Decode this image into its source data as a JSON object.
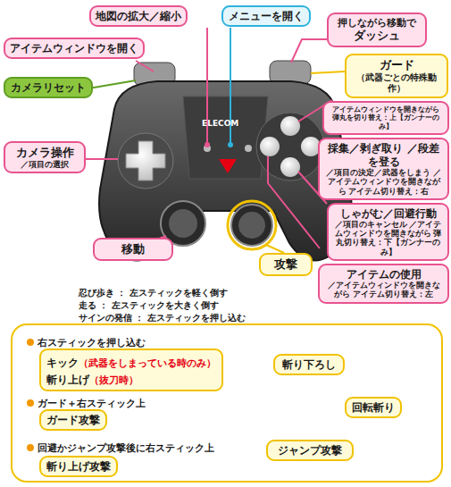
{
  "diagram": {
    "nodes": [
      {
        "text": [
          "地図の拡大／縮小"
        ]
      },
      {
        "text": [
          "メニューを開く"
        ]
      },
      {
        "text": [
          "押しながら移動で",
          "ダッシュ"
        ]
      },
      {
        "text": [
          "アイテムウィンドウを開く"
        ]
      },
      {
        "text": [
          "カメラリセット"
        ]
      },
      {
        "text": [
          "ガード",
          "（武器ごとの特殊動作）"
        ]
      },
      {
        "text": [
          "アイテムウィンドウを開きながら 弾丸を切り替え：上【ガンナーのみ】"
        ]
      },
      {
        "text": [
          "採集／剥ぎ取り ／段差を登る",
          "／項目の決定／武器をしまう ／アイテムウィンドウを開きながら アイテム切り替え：右"
        ]
      },
      {
        "text": [
          "カメラ操作",
          "／項目の選択"
        ]
      },
      {
        "text": [
          "しゃがむ／回避行動",
          "／項目のキャンセル ／アイテムウィンドウを開きながら 弾丸切り替え：下【ガンナーのみ】"
        ]
      },
      {
        "text": [
          "アイテムの使用",
          "／アイテムウィンドウを開きながら アイテム切り替え：左"
        ]
      },
      {
        "text": [
          "移動"
        ]
      },
      {
        "text": [
          "攻撃"
        ]
      },
      {
        "text": []
      },
      {
        "text": [
          "キック",
          "（武器をしまっている時のみ）",
          "斬り上げ",
          "（抜刀時）"
        ],
        "in": 13
      },
      {
        "text": [
          "ガード攻撃"
        ],
        "in": 13
      },
      {
        "text": [
          "斬り上げ攻撃"
        ],
        "in": 13
      },
      {
        "text": [
          "斬り下ろし"
        ],
        "in": 13
      },
      {
        "text": [
          "回転斬り"
        ],
        "in": 13
      },
      {
        "text": [
          "ジャンプ攻撃"
        ],
        "in": 13
      }
    ],
    "edges": [
      {
        "from": 17,
        "to": 18,
        "arrow": "to"
      },
      {
        "from": 18,
        "to": 19,
        "arrow": "to"
      },
      {
        "from": 19,
        "to": 17,
        "arrow": "to"
      }
    ],
    "labels": [
      "ELECOM",
      "忍び歩き ： 左スティックを軽く倒す",
      "走る ： 左スティックを大きく倒す",
      "サインの発信 ： 左スティックを押し込む",
      "右スティックを押し込む",
      "ガード＋右スティック上",
      "回避かジャンプ攻撃後に右スティック上"
    ]
  }
}
